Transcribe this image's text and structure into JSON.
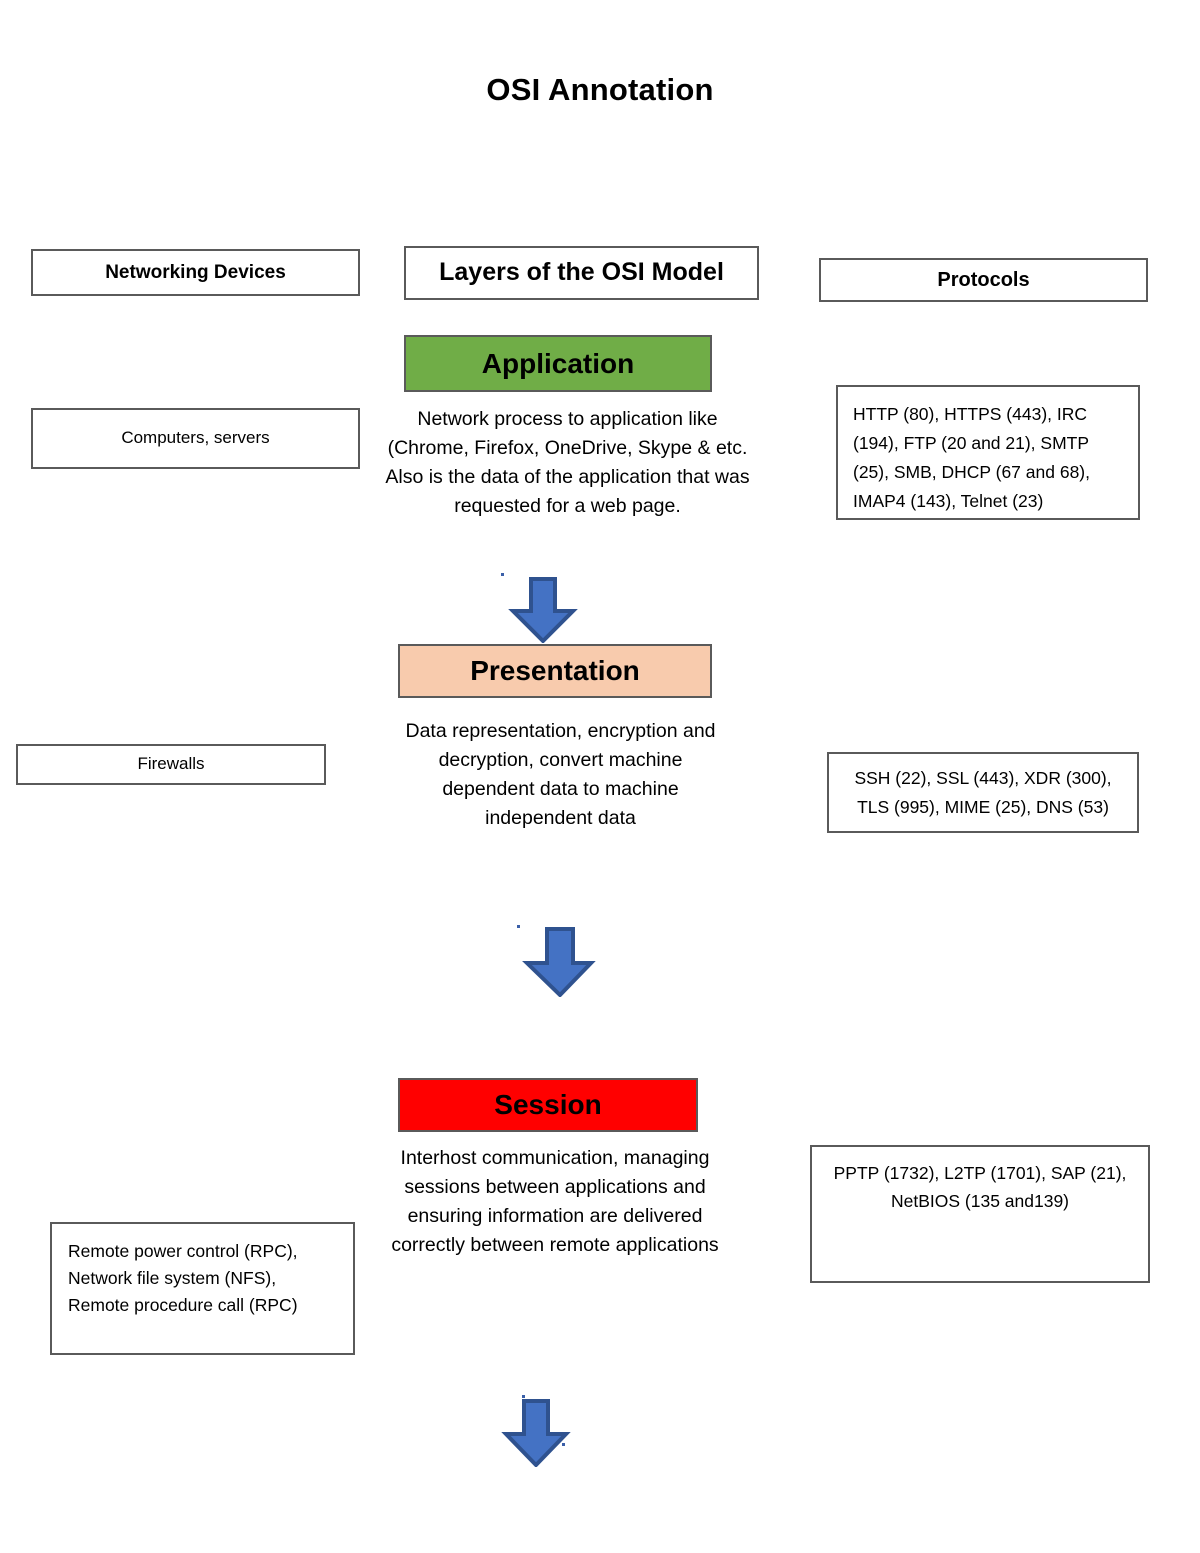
{
  "page": {
    "title": "OSI Annotation"
  },
  "columns": {
    "devices_header": "Networking Devices",
    "layers_header": "Layers of the OSI Model",
    "protocols_header": "Protocols"
  },
  "colors": {
    "application_fill": "#70AD47",
    "presentation_fill": "#F8CBAD",
    "session_fill": "#FF0000",
    "arrow_fill": "#4472C4",
    "arrow_stroke": "#2F528F",
    "box_border": "#5A5A5A",
    "page_background": "#FFFFFF"
  },
  "layers": [
    {
      "name": "Application",
      "fill": "#70AD47",
      "description": "Network process to application like (Chrome, Firefox, OneDrive, Skype & etc. Also is the data of the application that was requested for a web page.",
      "devices": "Computers, servers",
      "protocols": "HTTP (80), HTTPS (443), IRC (194), FTP (20 and 21), SMTP (25), SMB, DHCP (67 and 68), IMAP4 (143), Telnet (23)"
    },
    {
      "name": "Presentation",
      "fill": "#F8CBAD",
      "description": "Data representation, encryption and decryption, convert machine dependent data to machine independent data",
      "devices": "Firewalls",
      "protocols": "SSH (22), SSL (443), XDR (300), TLS (995), MIME (25), DNS (53)"
    },
    {
      "name": "Session",
      "fill": "#FF0000",
      "description": "Interhost communication, managing sessions between applications and ensuring information are delivered correctly between remote applications",
      "devices_lines": [
        "Remote power control (RPC),",
        "Network file system (NFS),",
        "Remote procedure call (RPC)"
      ],
      "protocols": "PPTP (1732), L2TP (1701), SAP (21), NetBIOS (135 and139)"
    }
  ],
  "arrows": [
    {
      "name": "arrow-application-to-presentation",
      "direction": "down"
    },
    {
      "name": "arrow-presentation-to-session",
      "direction": "down"
    },
    {
      "name": "arrow-session-to-next",
      "direction": "down"
    }
  ]
}
